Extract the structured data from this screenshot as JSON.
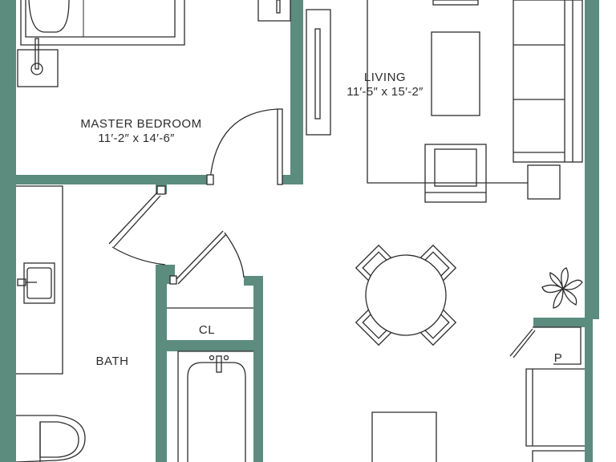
{
  "colors": {
    "wall": "#5b8c7e",
    "line": "#2c2c2c",
    "background": "#ffffff"
  },
  "rooms": {
    "master_bedroom": {
      "name": "MASTER BEDROOM",
      "dims": "11′-2″ x 14′-6″"
    },
    "living": {
      "name": "LIVING",
      "dims": "11′-5″ x 15′-2″"
    },
    "closet": {
      "name": "CL"
    },
    "bath": {
      "name": "BATH"
    },
    "pantry": {
      "name": "P"
    }
  },
  "icons": [
    "plant-icon",
    "sink-icon",
    "toilet-icon",
    "bathtub-icon"
  ]
}
